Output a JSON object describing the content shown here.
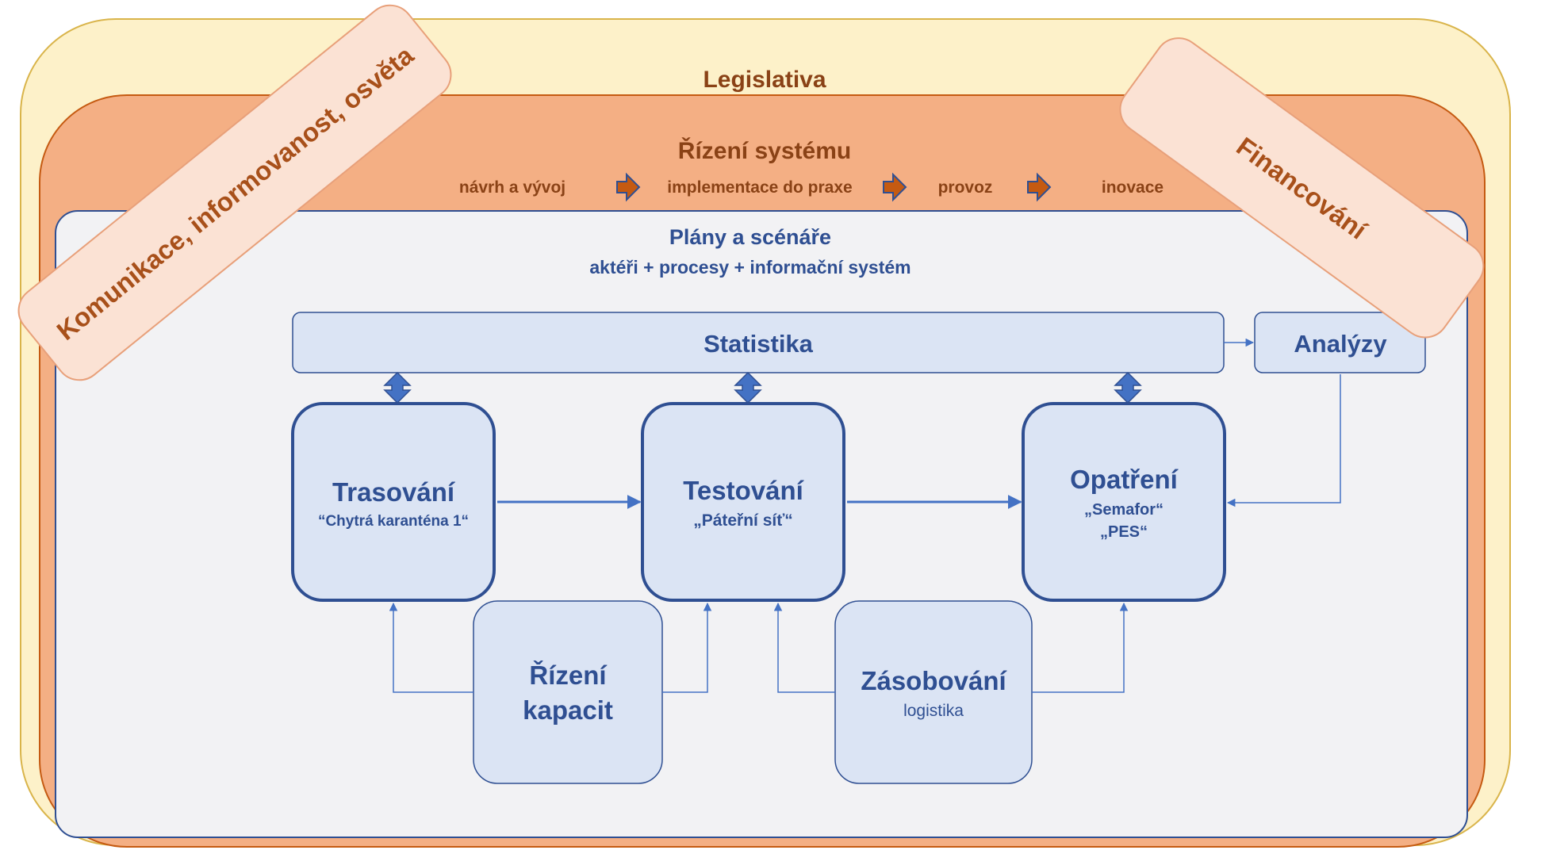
{
  "layers": {
    "legislativa": "Legislativa",
    "rizeni_systemu": {
      "title": "Řízení systému",
      "steps": [
        "návrh a vývoj",
        "implementace do praxe",
        "provoz",
        "inovace"
      ]
    },
    "plany": {
      "title": "Plány a scénáře",
      "subtitle": "aktéři + procesy + informační systém"
    }
  },
  "tilted_labels": {
    "komunikace": "Komunikace, informovanost, osvěta",
    "financovani": "Financování"
  },
  "boxes": {
    "statistika": "Statistika",
    "analyzy": "Analýzy",
    "trasovani": {
      "title": "Trasování",
      "subtitle": "“Chytrá karanténa 1“"
    },
    "testovani": {
      "title": "Testování",
      "subtitle": "„Páteřní síť“"
    },
    "opatreni": {
      "title": "Opatření",
      "line1": "„Semafor“",
      "line2": "„PES“"
    },
    "rizeni_kapacit": {
      "line1": "Řízení",
      "line2": "kapacit"
    },
    "zasobovani": {
      "title": "Zásobování",
      "subtitle": "logistika"
    }
  },
  "colors": {
    "legislation_fill": "#fdf1c9",
    "system_fill": "#f4af84",
    "plans_fill": "#f2f2f4",
    "box_fill": "#dbe4f4",
    "box_stroke": "#2f4f92",
    "accent_text": "#a8501a"
  }
}
